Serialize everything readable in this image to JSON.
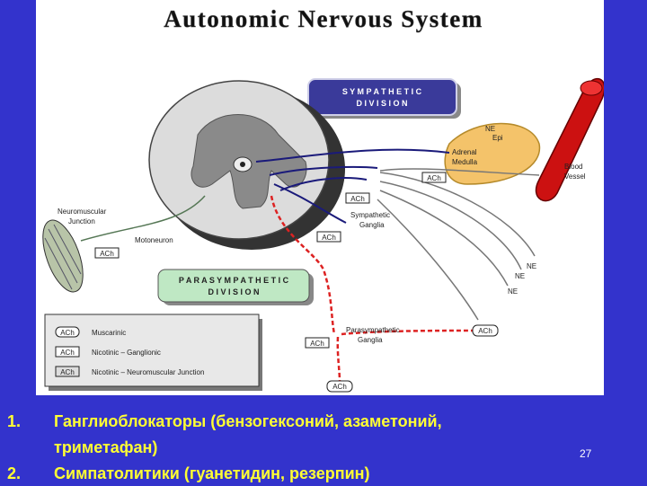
{
  "diagram": {
    "title": "Autonomic Nervous System",
    "sympathetic_badge": [
      "S Y M P A T H E T I C",
      "D I V I S I O N"
    ],
    "parasympathetic_badge": [
      "P A R A S Y M P A T H E T I C",
      "D I V I S I O N"
    ],
    "labels": {
      "ne_epi_1": "NE",
      "ne_epi_2": "Epi",
      "adrenal_1": "Adrenal",
      "adrenal_2": "Medulla",
      "blood_1": "Blood",
      "blood_2": "Vessel",
      "symp_ganglia_1": "Sympathetic",
      "symp_ganglia_2": "Ganglia",
      "para_ganglia_1": "Parasympathetic",
      "para_ganglia_2": "Ganglia",
      "neuromuscular_1": "Neuromuscular",
      "neuromuscular_2": "Junction",
      "motoneuron": "Motoneuron",
      "ne_a": "NE",
      "ne_b": "NE",
      "ne_c": "NE"
    },
    "ach_boxes": {
      "adrenal": "ACh",
      "ganglia_upper": "ACh",
      "ganglia_lower": "ACh",
      "nmj": "ACh",
      "para_ganglia": "ACh",
      "para_target": "ACh",
      "para_bottom": "ACh"
    },
    "legend": [
      {
        "tag": "ACh",
        "text": "Muscarinic"
      },
      {
        "tag": "ACh",
        "text": "Nicotinic  –  Ganglionic"
      },
      {
        "tag": "ACh",
        "text": "Nicotinic  –  Neuromuscular Junction"
      }
    ]
  },
  "captions": [
    {
      "number": "1.",
      "text": "Ганглиоблокаторы (бензогексоний, азаметоний,"
    },
    {
      "number": "",
      "text": "триметафан)"
    },
    {
      "number": "2.",
      "text": "Симпатолитики (гуанетидин,  резерпин)"
    }
  ],
  "page_number": "27",
  "colors": {
    "background": "#3333cc",
    "caption_text": "#ffff33",
    "badge": "#3a3a9a",
    "badge_para": "#bfe8c4",
    "adrenal": "#f4c36a",
    "vessel": "#cc1111",
    "nerve_dark": "#1a1a7a",
    "nerve_red": "#dd2222"
  }
}
